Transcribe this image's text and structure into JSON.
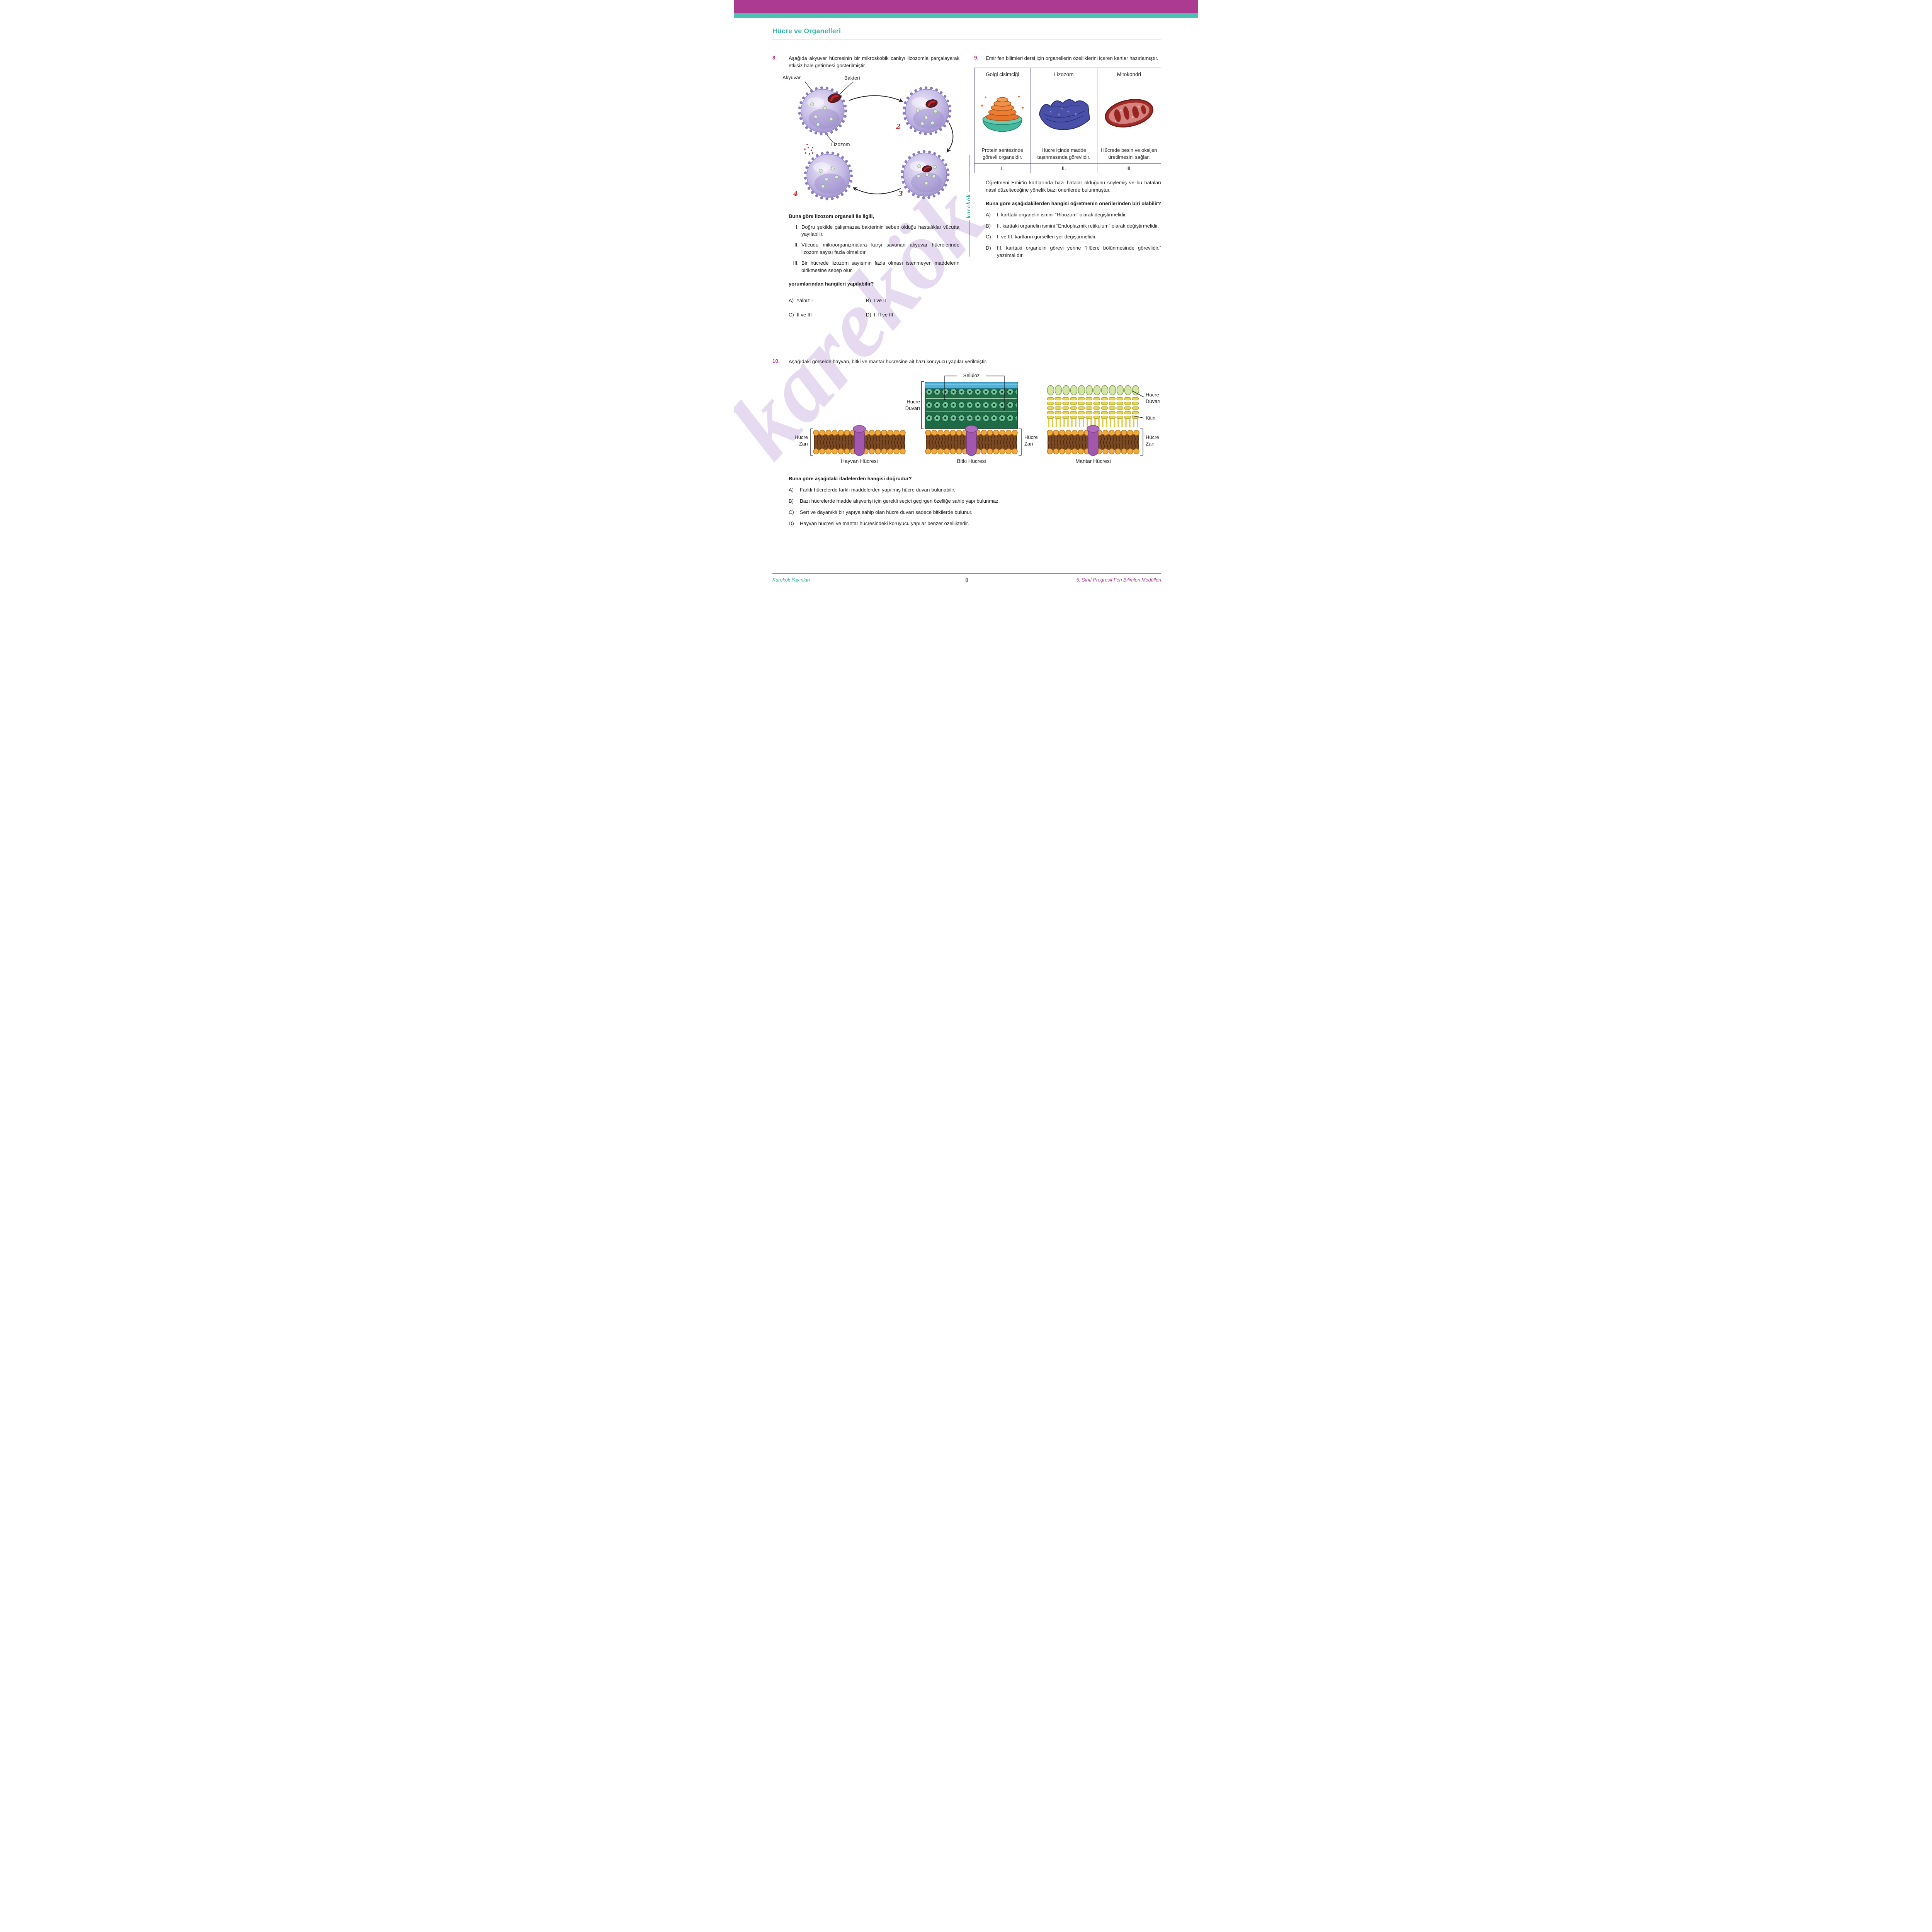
{
  "page": {
    "title": "Hücre ve Organelleri",
    "brand_vertical": "karekök",
    "watermark": "karekök",
    "footer": {
      "publisher": "Karekök Yayınları",
      "page_number": "8",
      "series": "5. Sınıf Progresif Fen Bilimleri Modülleri"
    },
    "colors": {
      "magenta": "#ab3a90",
      "teal": "#4cc1b2",
      "accent_red": "#c8242b",
      "table_border": "#5c5ba6"
    }
  },
  "q8": {
    "number": "8.",
    "intro": "Aşağıda akyuvar hücresinin bir mikroskobik canlıyı lizozomla parçalayarak etkisiz hale getirmesi gösterilmiştir.",
    "diagram": {
      "akyuvar_label": "Akyuvar",
      "bakteri_label": "Bakteri",
      "lizozom_label": "Lizozom",
      "steps": [
        "2",
        "3",
        "4"
      ]
    },
    "stem_bold": "Buna göre lizozom organeli ile ilgili,",
    "items": [
      {
        "roman": "I.",
        "text": "Doğru şekilde çalışmazsa bakterinin sebep olduğu hastalıklar vücutta yayılabilir."
      },
      {
        "roman": "II.",
        "text": "Vücudu mikroorganizmalara karşı savunan akyuvar hücrelerinde lizozom sayısı fazla olmalıdır."
      },
      {
        "roman": "III.",
        "text": "Bir hücrede lizozom sayısının fazla olması istenmeyen maddelerin birikmesine sebep olur."
      }
    ],
    "question_bold": "yorumlarından hangileri yapılabilir?",
    "options": [
      {
        "label": "A)",
        "text": "Yalnız I"
      },
      {
        "label": "B)",
        "text": "I ve II"
      },
      {
        "label": "C)",
        "text": "II ve III"
      },
      {
        "label": "D)",
        "text": "I, II ve III"
      }
    ]
  },
  "q9": {
    "number": "9.",
    "intro": "Emir fen bilimleri dersi için organellerin özelliklerini içeren kartlar hazırlamıştır.",
    "table": {
      "headers": [
        "Golgi cisimciği",
        "Lizozom",
        "Mitokondri"
      ],
      "images": [
        "golgi-illustration",
        "lizozom-illustration",
        "mitokondri-illustration"
      ],
      "descriptions": [
        "Protein sentezinde görevli organeldir.",
        "Hücre içinde madde taşınmasında görevlidir.",
        "Hücrede besin ve oksijen üretilmesini sağlar."
      ],
      "numerals": [
        "I.",
        "II.",
        "III."
      ]
    },
    "after_table": "Öğretmeni Emir’in kartlarında bazı hatalar olduğunu söylemiş ve bu hataları nasıl düzelteceğine yönelik bazı önerilerde bulunmuştur.",
    "question_bold": "Buna göre aşağıdakilerden hangisi öğretmenin önerilerinden biri olabilir?",
    "options": [
      {
        "label": "A)",
        "text": "I. karttaki organelin ismini “Ribozom” olarak değiştirmelidir."
      },
      {
        "label": "B)",
        "text": "II. karttaki organelin ismini “Endoplazmik retikulum” olarak değiştirmelidir."
      },
      {
        "label": "C)",
        "text": "I. ve III. kartların görselleri yer değiştirmelidir."
      },
      {
        "label": "D)",
        "text": "III. karttaki organelin görevi yerine “Hücre bölünmesinde görevlidir.” yazılmalıdır."
      }
    ]
  },
  "q10": {
    "number": "10.",
    "intro": "Aşağıdaki görselde hayvan, bitki ve mantar hücresine ait bazı koruyucu yapılar verilmiştir.",
    "diagram": {
      "seluloz_label": "Selüloz",
      "hucre_duvari_label": "Hücre Duvarı",
      "kitin_label": "Kitin",
      "hucre_zari_label": "Hücre Zarı",
      "captions": [
        "Hayvan Hücresi",
        "Bitki Hücresi",
        "Mantar Hücresi"
      ]
    },
    "question_bold": "Buna göre aşağıdaki ifadelerden hangisi doğrudur?",
    "options": [
      {
        "label": "A)",
        "text": "Farklı hücrelerde farklı maddelerden yapılmış hücre duvarı bulunabilir."
      },
      {
        "label": "B)",
        "text": "Bazı hücrelerde madde alışverişi için gerekli seçici geçirgen özelliğe sahip yapı bulunmaz."
      },
      {
        "label": "C)",
        "text": "Sert ve dayanıklı bir yapıya sahip olan hücre duvarı sadece bitkilerde bulunur."
      },
      {
        "label": "D)",
        "text": "Hayvan hücresi ve mantar hücresindeki koruyucu yapılar benzer özelliktedir."
      }
    ]
  }
}
